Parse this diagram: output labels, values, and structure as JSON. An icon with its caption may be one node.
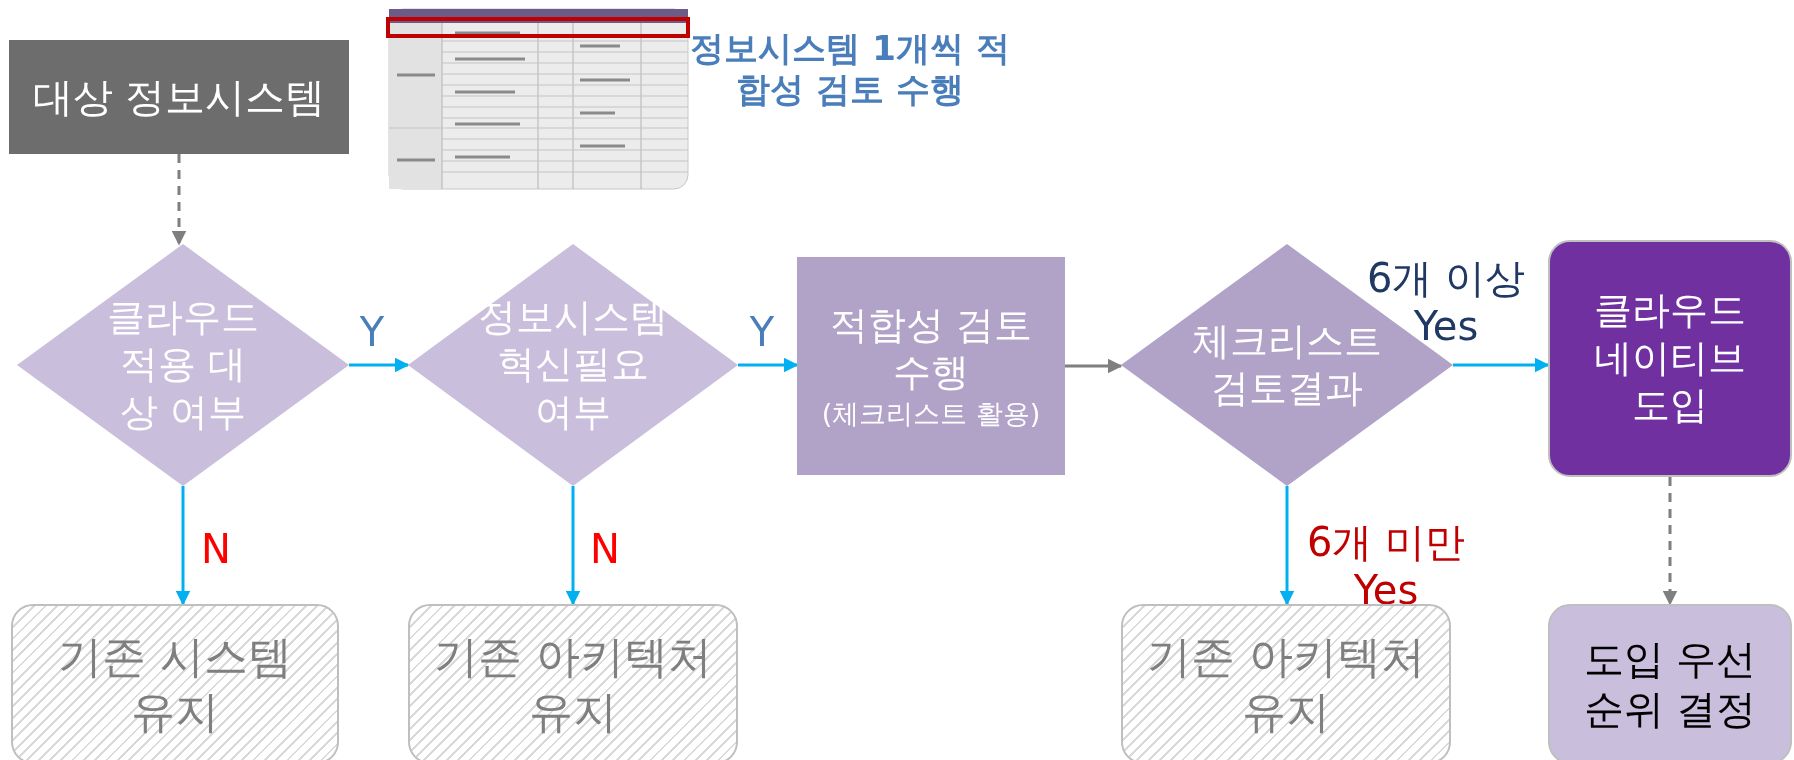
{
  "diagram": {
    "nodes": [
      {
        "text": [
          "대상 정보시스템"
        ]
      },
      {
        "text": [
          "클라우드 적용 대상 여부"
        ]
      },
      {
        "text": [
          "정보시스템 혁신필요 여부"
        ]
      },
      {
        "text": [
          "적합성 검토 수행",
          "(체크리스트 활용)"
        ]
      },
      {
        "text": [
          "체크리스트 검토결과"
        ]
      },
      {
        "text": [
          "클라우드 네이티브 도입"
        ]
      },
      {
        "text": [
          "기존 시스템 유지"
        ]
      },
      {
        "text": [
          "기존 아키텍처 유지"
        ]
      },
      {
        "text": [
          "기존 아키텍처 유지"
        ]
      },
      {
        "text": [
          "도입 우선 순위 결정"
        ]
      }
    ],
    "edges": [
      {
        "from": 0,
        "to": 1,
        "arrow": "to",
        "style": "dashed",
        "color": "#7f7f7f"
      },
      {
        "from": 1,
        "to": 2,
        "arrow": "to",
        "label": "Y"
      },
      {
        "from": 2,
        "to": 3,
        "arrow": "to",
        "label": "Y"
      },
      {
        "from": 3,
        "to": 4,
        "arrow": "to",
        "color": "#7f7f7f"
      },
      {
        "from": 4,
        "to": 5,
        "arrow": "to",
        "label": "6개 이상 Yes"
      },
      {
        "from": 1,
        "to": 6,
        "arrow": "to",
        "label": "N"
      },
      {
        "from": 2,
        "to": 7,
        "arrow": "to",
        "label": "N"
      },
      {
        "from": 4,
        "to": 8,
        "arrow": "to",
        "label": "6개 미만 Yes"
      },
      {
        "from": 5,
        "to": 9,
        "arrow": "to",
        "style": "dashed",
        "color": "#7f7f7f"
      }
    ],
    "labels": [
      "정보시스템 1개씩 적합성 검토 수행"
    ]
  }
}
